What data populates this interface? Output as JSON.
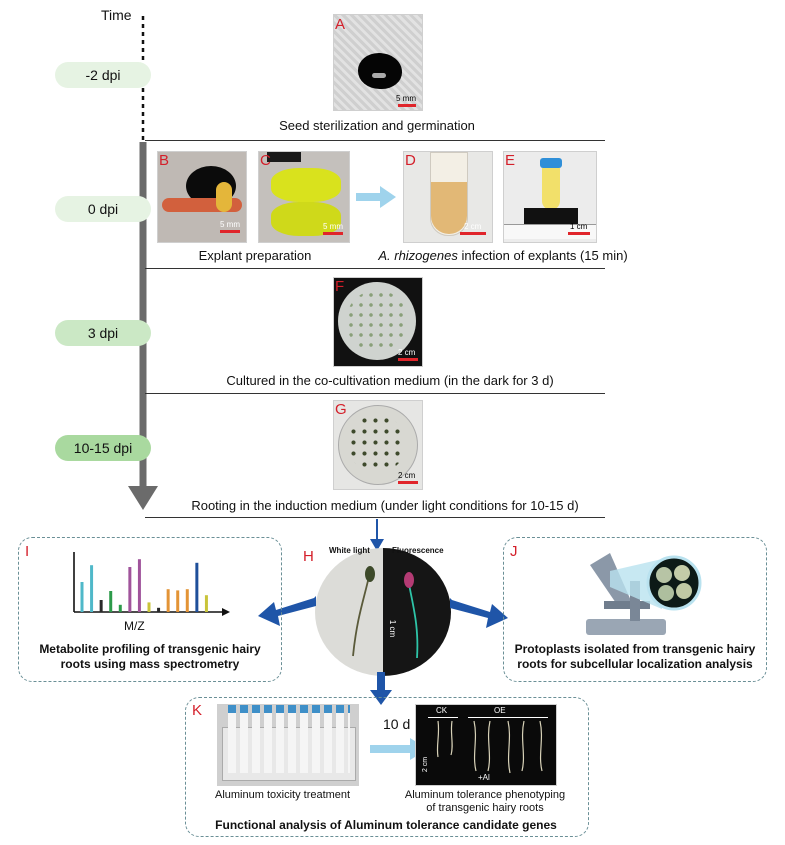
{
  "timeline": {
    "axis_label": "Time",
    "stages": [
      {
        "label": "-2 dpi",
        "color": "#e6f3e3"
      },
      {
        "label": "0 dpi",
        "color": "#e6f3e3"
      },
      {
        "label": "3 dpi",
        "color": "#cbe8c5"
      },
      {
        "label": "10-15 dpi",
        "color": "#a9d99f"
      }
    ]
  },
  "panels": {
    "A": {
      "letter": "A",
      "scale": "5 mm",
      "caption": "Seed sterilization and germination"
    },
    "B": {
      "letter": "B",
      "scale": "5 mm"
    },
    "C": {
      "letter": "C",
      "scale": "5 mm"
    },
    "BC_caption": "Explant preparation",
    "D": {
      "letter": "D",
      "scale": "2 cm"
    },
    "E": {
      "letter": "E",
      "scale": "1 cm"
    },
    "DE_caption_italic": "A. rhizogenes",
    "DE_caption_rest": " infection of explants (15 min)",
    "F": {
      "letter": "F",
      "scale": "2 cm",
      "caption": "Cultured in the co-cultivation medium (in the dark for 3 d)"
    },
    "G": {
      "letter": "G",
      "scale": "2 cm",
      "caption": "Rooting in the induction medium (under light conditions for 10-15 d)"
    },
    "H": {
      "letter": "H",
      "left_label": "White light",
      "right_label": "Fluorescence",
      "scale": "1 cm"
    },
    "I": {
      "letter": "I",
      "axis_label": "M/Z",
      "caption_line1": "Metabolite profiling of transgenic hairy",
      "caption_line2": "roots using mass spectrometry"
    },
    "J": {
      "letter": "J",
      "caption_line1": "Protoplasts isolated from transgenic hairy",
      "caption_line2": "roots for subcellular localization analysis"
    },
    "K": {
      "letter": "K",
      "arrow_label": "10 d",
      "left_caption": "Aluminum toxicity treatment",
      "right_caption_line1": "Aluminum tolerance phenotyping",
      "right_caption_line2": "of transgenic hairy roots",
      "ck": "CK",
      "oe": "OE",
      "al": "+Al",
      "scale": "2 cm",
      "title": "Functional analysis of Aluminum tolerance candidate genes"
    }
  },
  "colors": {
    "arrow_blue": "#1f55a8",
    "light_arrow": "#9fd3ec",
    "timeline_gray": "#6b6b6b",
    "label_red": "#d41f2a",
    "box_dash": "#6a8f96"
  },
  "chart_data": {
    "type": "bar",
    "bars": [
      {
        "value": 0.5,
        "color": "#4fb8c9"
      },
      {
        "value": 0.78,
        "color": "#4fb8c9"
      },
      {
        "value": 0.2,
        "color": "#2a2a2a"
      },
      {
        "value": 0.35,
        "color": "#2d9a4a"
      },
      {
        "value": 0.12,
        "color": "#2d9a4a"
      },
      {
        "value": 0.75,
        "color": "#a0549b"
      },
      {
        "value": 0.88,
        "color": "#a0549b"
      },
      {
        "value": 0.16,
        "color": "#c9c43a"
      },
      {
        "value": 0.07,
        "color": "#2a2a2a"
      },
      {
        "value": 0.38,
        "color": "#e39436"
      },
      {
        "value": 0.36,
        "color": "#e39436"
      },
      {
        "value": 0.38,
        "color": "#e39436"
      },
      {
        "value": 0.82,
        "color": "#1f4f9a"
      },
      {
        "value": 0.28,
        "color": "#c9c43a"
      }
    ],
    "xlabel": "M/Z"
  }
}
